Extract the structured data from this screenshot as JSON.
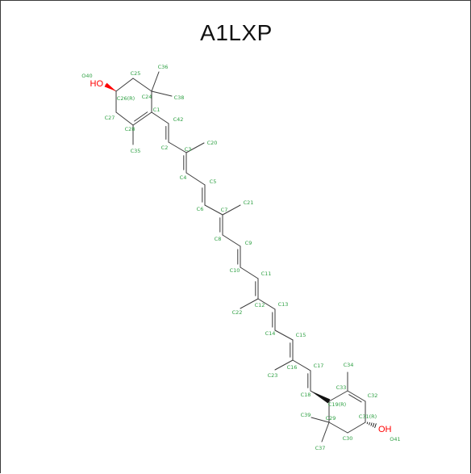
{
  "title": "A1LXP",
  "colors": {
    "bond": "#3a3a3a",
    "carbon_label": "#2ea043",
    "oxygen": "#ff0000",
    "title": "#111111"
  },
  "atoms": [
    {
      "id": "C1",
      "label": "C1"
    },
    {
      "id": "C2",
      "label": "C2"
    },
    {
      "id": "C3",
      "label": "C3"
    },
    {
      "id": "C4",
      "label": "C4"
    },
    {
      "id": "C5",
      "label": "C5"
    },
    {
      "id": "C6",
      "label": "C6"
    },
    {
      "id": "C7",
      "label": "C7"
    },
    {
      "id": "C8",
      "label": "C8"
    },
    {
      "id": "C9",
      "label": "C9"
    },
    {
      "id": "C10",
      "label": "C10"
    },
    {
      "id": "C11",
      "label": "C11"
    },
    {
      "id": "C12",
      "label": "C12"
    },
    {
      "id": "C13",
      "label": "C13"
    },
    {
      "id": "C14",
      "label": "C14"
    },
    {
      "id": "C15",
      "label": "C15"
    },
    {
      "id": "C16",
      "label": "C16"
    },
    {
      "id": "C17",
      "label": "C17"
    },
    {
      "id": "C18",
      "label": "C18"
    },
    {
      "id": "C19",
      "label": "C19(R)"
    },
    {
      "id": "C20",
      "label": "C20"
    },
    {
      "id": "C21",
      "label": "C21"
    },
    {
      "id": "C22",
      "label": "C22"
    },
    {
      "id": "C23",
      "label": "C23"
    },
    {
      "id": "C24",
      "label": "C24"
    },
    {
      "id": "C25",
      "label": "C25"
    },
    {
      "id": "C26",
      "label": "C26(R)"
    },
    {
      "id": "C27",
      "label": "C27"
    },
    {
      "id": "C28",
      "label": "C28"
    },
    {
      "id": "C29",
      "label": "C29"
    },
    {
      "id": "C30",
      "label": "C30"
    },
    {
      "id": "C31",
      "label": "C31(R)"
    },
    {
      "id": "C32",
      "label": "C32"
    },
    {
      "id": "C33",
      "label": "C33"
    },
    {
      "id": "C34",
      "label": "C34"
    },
    {
      "id": "C35",
      "label": "C35"
    },
    {
      "id": "C36",
      "label": "C36"
    },
    {
      "id": "C37",
      "label": "C37"
    },
    {
      "id": "C38",
      "label": "C38"
    },
    {
      "id": "C39",
      "label": "C39"
    },
    {
      "id": "C42",
      "label": "C42"
    },
    {
      "id": "O40",
      "label": "O40"
    },
    {
      "id": "O41",
      "label": "O41"
    }
  ],
  "hydroxyls": [
    {
      "id": "OH40",
      "label": "HO"
    },
    {
      "id": "OH41",
      "label": "OH"
    }
  ]
}
